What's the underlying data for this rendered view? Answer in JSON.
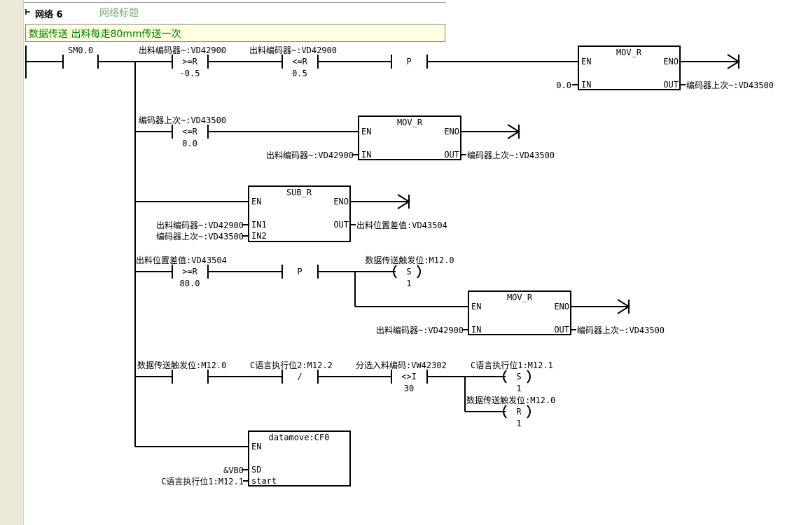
{
  "network": {
    "label": "网络 6",
    "title": "网络标题",
    "comment": "数据传送 出料每走80mm传送一次"
  },
  "rung1": {
    "contact_sm": "SM0.0",
    "cmp1": {
      "operand": "出料编码器~:VD42900",
      "op": ">=R",
      "value": "-0.5"
    },
    "cmp2": {
      "operand": "出料编码器~:VD42900",
      "op": "<=R",
      "value": "0.5"
    },
    "edge": "P",
    "mov": {
      "name": "MOV_R",
      "en": "EN",
      "eno": "ENO",
      "in_label": "IN",
      "out_label": "OUT",
      "in": "0.0",
      "out": "编码器上次~:VD43500"
    }
  },
  "rung2": {
    "cmp": {
      "operand": "编码器上次~:VD43500",
      "op": "<=R",
      "value": "0.0"
    },
    "mov": {
      "name": "MOV_R",
      "en": "EN",
      "eno": "ENO",
      "in_label": "IN",
      "out_label": "OUT",
      "in": "出料编码器~:VD42900",
      "out": "编码器上次~:VD43500"
    }
  },
  "rung3": {
    "sub": {
      "name": "SUB_R",
      "en": "EN",
      "eno": "ENO",
      "in1_label": "IN1",
      "in2_label": "IN2",
      "out_label": "OUT",
      "in1": "出料编码器~:VD42900",
      "in2": "编码器上次~:VD43500",
      "out": "出料位置差值:VD43504"
    }
  },
  "rung4": {
    "cmp": {
      "operand": "出料位置差值:VD43504",
      "op": ">=R",
      "value": "80.0"
    },
    "edge": "P",
    "coil": {
      "operand": "数据传送触发位:M12.0",
      "type": "S",
      "count": "1"
    },
    "mov": {
      "name": "MOV_R",
      "en": "EN",
      "eno": "ENO",
      "in_label": "IN",
      "out_label": "OUT",
      "in": "出料编码器~:VD42900",
      "out": "编码器上次~:VD43500"
    }
  },
  "rung5": {
    "contact1": "数据传送触发位:M12.0",
    "contact2": {
      "operand": "C语言执行位2:M12.2",
      "symbol": "/"
    },
    "cmp": {
      "operand": "分选入料编码:VW42302",
      "op": "<>I",
      "value": "30"
    },
    "coil_set": {
      "operand": "C语言执行位1:M12.1",
      "type": "S",
      "count": "1"
    },
    "coil_reset": {
      "operand": "数据传送触发位:M12.0",
      "type": "R",
      "count": "1"
    }
  },
  "rung6": {
    "block": {
      "name": "datamove:CF0",
      "en": "EN",
      "sd_label": "SD",
      "start_label": "start",
      "sd": "&VB0",
      "start": "C语言执行位1:M12.1"
    }
  },
  "colors": {
    "background": "#ffffff",
    "gutter": "#ece9d8",
    "comment_bg": "#ffffe1",
    "comment_text": "#008000",
    "title_text": "#7faa7f"
  }
}
